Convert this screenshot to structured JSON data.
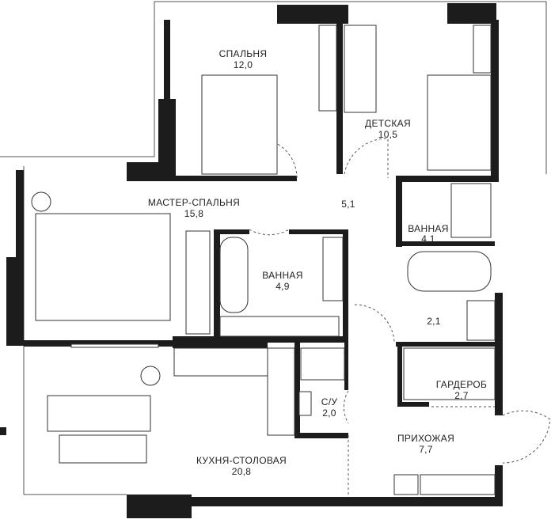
{
  "rooms": [
    {
      "id": "bedroom",
      "name": "СПАЛЬНЯ",
      "area": "12,0"
    },
    {
      "id": "kids-room",
      "name": "ДЕТСКАЯ",
      "area": "10,5"
    },
    {
      "id": "master-bedroom",
      "name": "МАСТЕР-СПАЛЬНЯ",
      "area": "15,8"
    },
    {
      "id": "hall",
      "name": "",
      "area": "5,1"
    },
    {
      "id": "bathroom-1",
      "name": "ВАННАЯ",
      "area": "4,1"
    },
    {
      "id": "bathroom-2",
      "name": "ВАННАЯ",
      "area": "4,9"
    },
    {
      "id": "utility",
      "name": "",
      "area": "2,1"
    },
    {
      "id": "wardrobe",
      "name": "ГАРДЕРОБ",
      "area": "2,7"
    },
    {
      "id": "wc",
      "name": "С/У",
      "area": "2,0"
    },
    {
      "id": "entrance-hall",
      "name": "ПРИХОЖАЯ",
      "area": "7,7"
    },
    {
      "id": "kitchen-dining",
      "name": "КУХНЯ-СТОЛОВАЯ",
      "area": "20,8"
    }
  ],
  "colors": {
    "wall": "#1c1c1c",
    "line": "#555555",
    "background": "#ffffff"
  }
}
